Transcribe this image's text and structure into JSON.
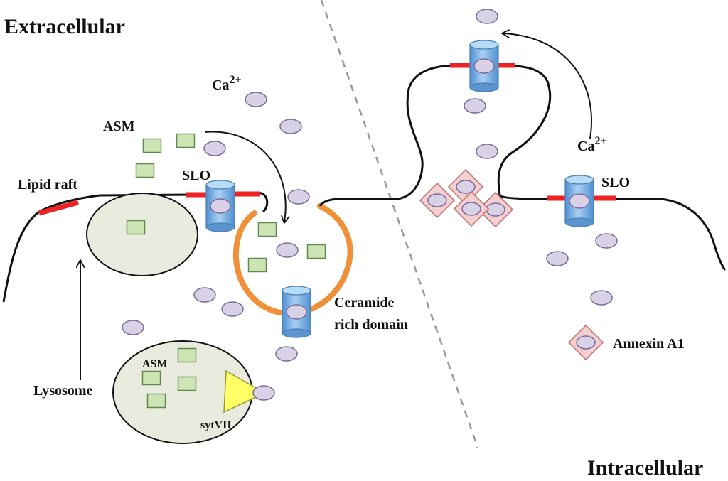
{
  "labels": {
    "extracellular": "Extracellular",
    "intracellular": "Intracellular",
    "ca_left": "Ca",
    "ca_left_sup": "2+",
    "ca_right": "Ca",
    "ca_right_sup": "2+",
    "asm_top": "ASM",
    "lipid_raft": "Lipid raft",
    "slo_left": "SLO",
    "slo_right": "SLO",
    "ceramide_line1": "Ceramide",
    "ceramide_line2": "rich domain",
    "lysosome": "Lysosome",
    "asm_lysosome": "ASM",
    "sytvii": "sytVII",
    "annexin": "Annexin A1"
  },
  "colors": {
    "membrane": "#111111",
    "lipid_raft": "#ee2222",
    "ceramide_domain": "#f0913a",
    "ca_ion_fill": "#d9d2e6",
    "ca_ion_stroke": "#7a6a9a",
    "asm_fill": "#cfe4b4",
    "asm_stroke": "#5e8a4a",
    "lysosome_fill": "#e9ebdf",
    "slo_channel": "#7fb4e3",
    "annexin_fill": "#f3cfcf",
    "annexin_stroke": "#c07070",
    "sytvii_fill": "#ffff66",
    "divider": "#999999"
  }
}
